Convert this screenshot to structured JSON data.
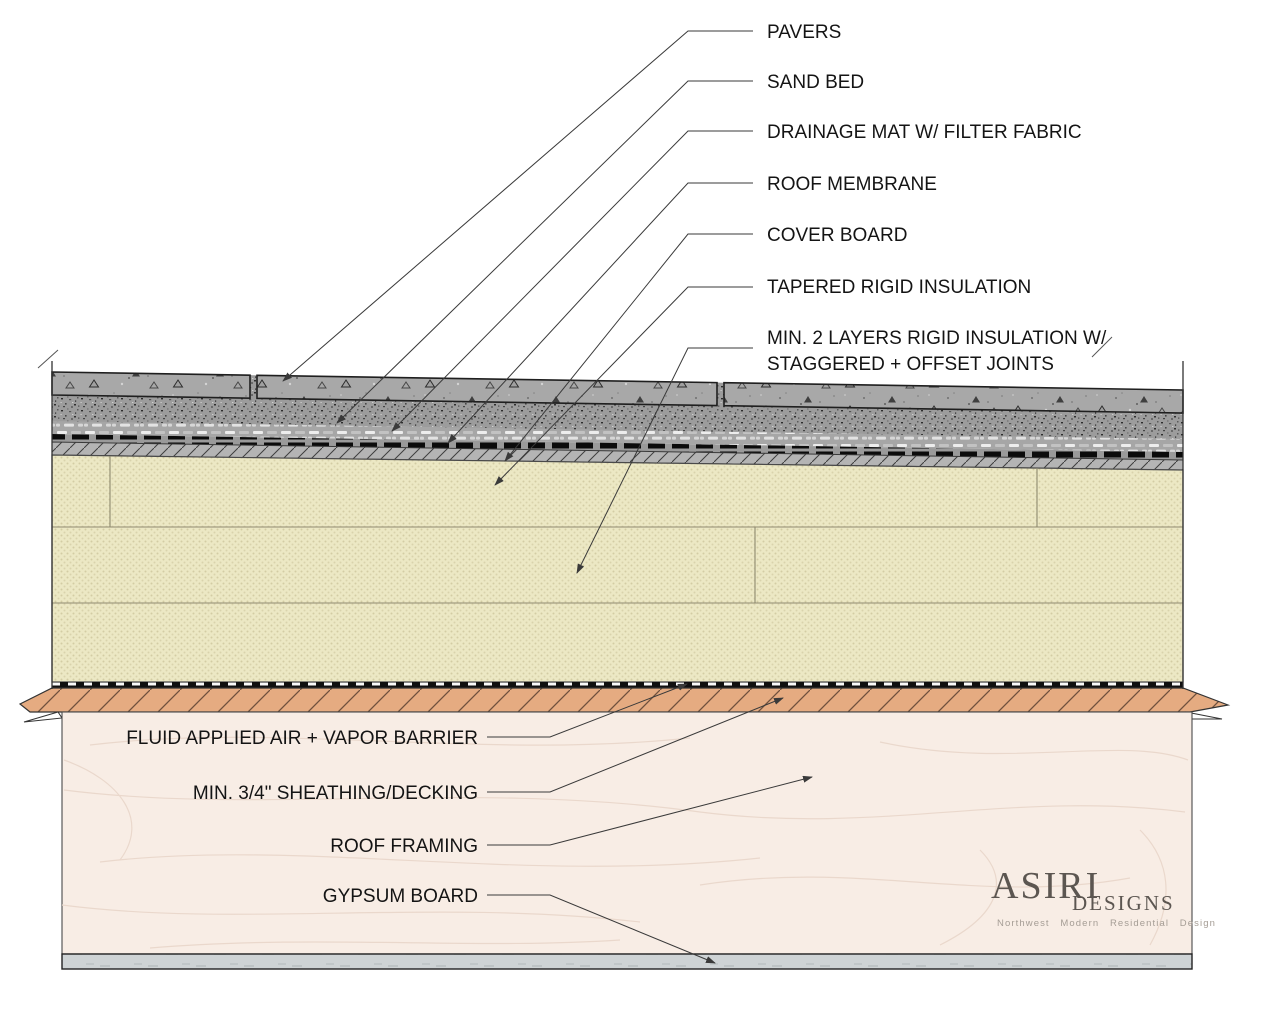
{
  "callouts": {
    "top": {
      "pavers": "PAVERS",
      "sand_bed": "SAND BED",
      "drainage_mat": "DRAINAGE MAT W/ FILTER FABRIC",
      "roof_membrane": "ROOF MEMBRANE",
      "cover_board": "COVER BOARD",
      "tapered_insulation": "TAPERED RIGID INSULATION",
      "min_two_layers_line1": "MIN. 2 LAYERS RIGID INSULATION W/",
      "min_two_layers_line2": "STAGGERED + OFFSET JOINTS"
    },
    "bottom": {
      "vapor_barrier": "FLUID APPLIED AIR + VAPOR BARRIER",
      "sheathing": "MIN. 3/4\" SHEATHING/DECKING",
      "roof_framing": "ROOF FRAMING",
      "gypsum_board": "GYPSUM BOARD"
    }
  },
  "logo": {
    "name": "ASIRI",
    "word": "DESIGNS",
    "tagline": "Northwest Modern Residential Design"
  },
  "colors": {
    "paver_gray": "#a8a8a8",
    "sand_gray": "#9c9c9c",
    "drainage_gray": "#a6a6a6",
    "membrane_black": "#0b0b0b",
    "cover_board_gray": "#b4b4b4",
    "insulation_cream": "#ece8c4",
    "barrier_black": "#101010",
    "sheathing_salmon": "#e5ab81",
    "framing_cream": "#f8ede5",
    "gypsum_gray": "#ced3d5",
    "line_dark": "#1f1f1f",
    "logo_brown": "#5c5651",
    "logo_tagline_gray": "#a59d95"
  }
}
